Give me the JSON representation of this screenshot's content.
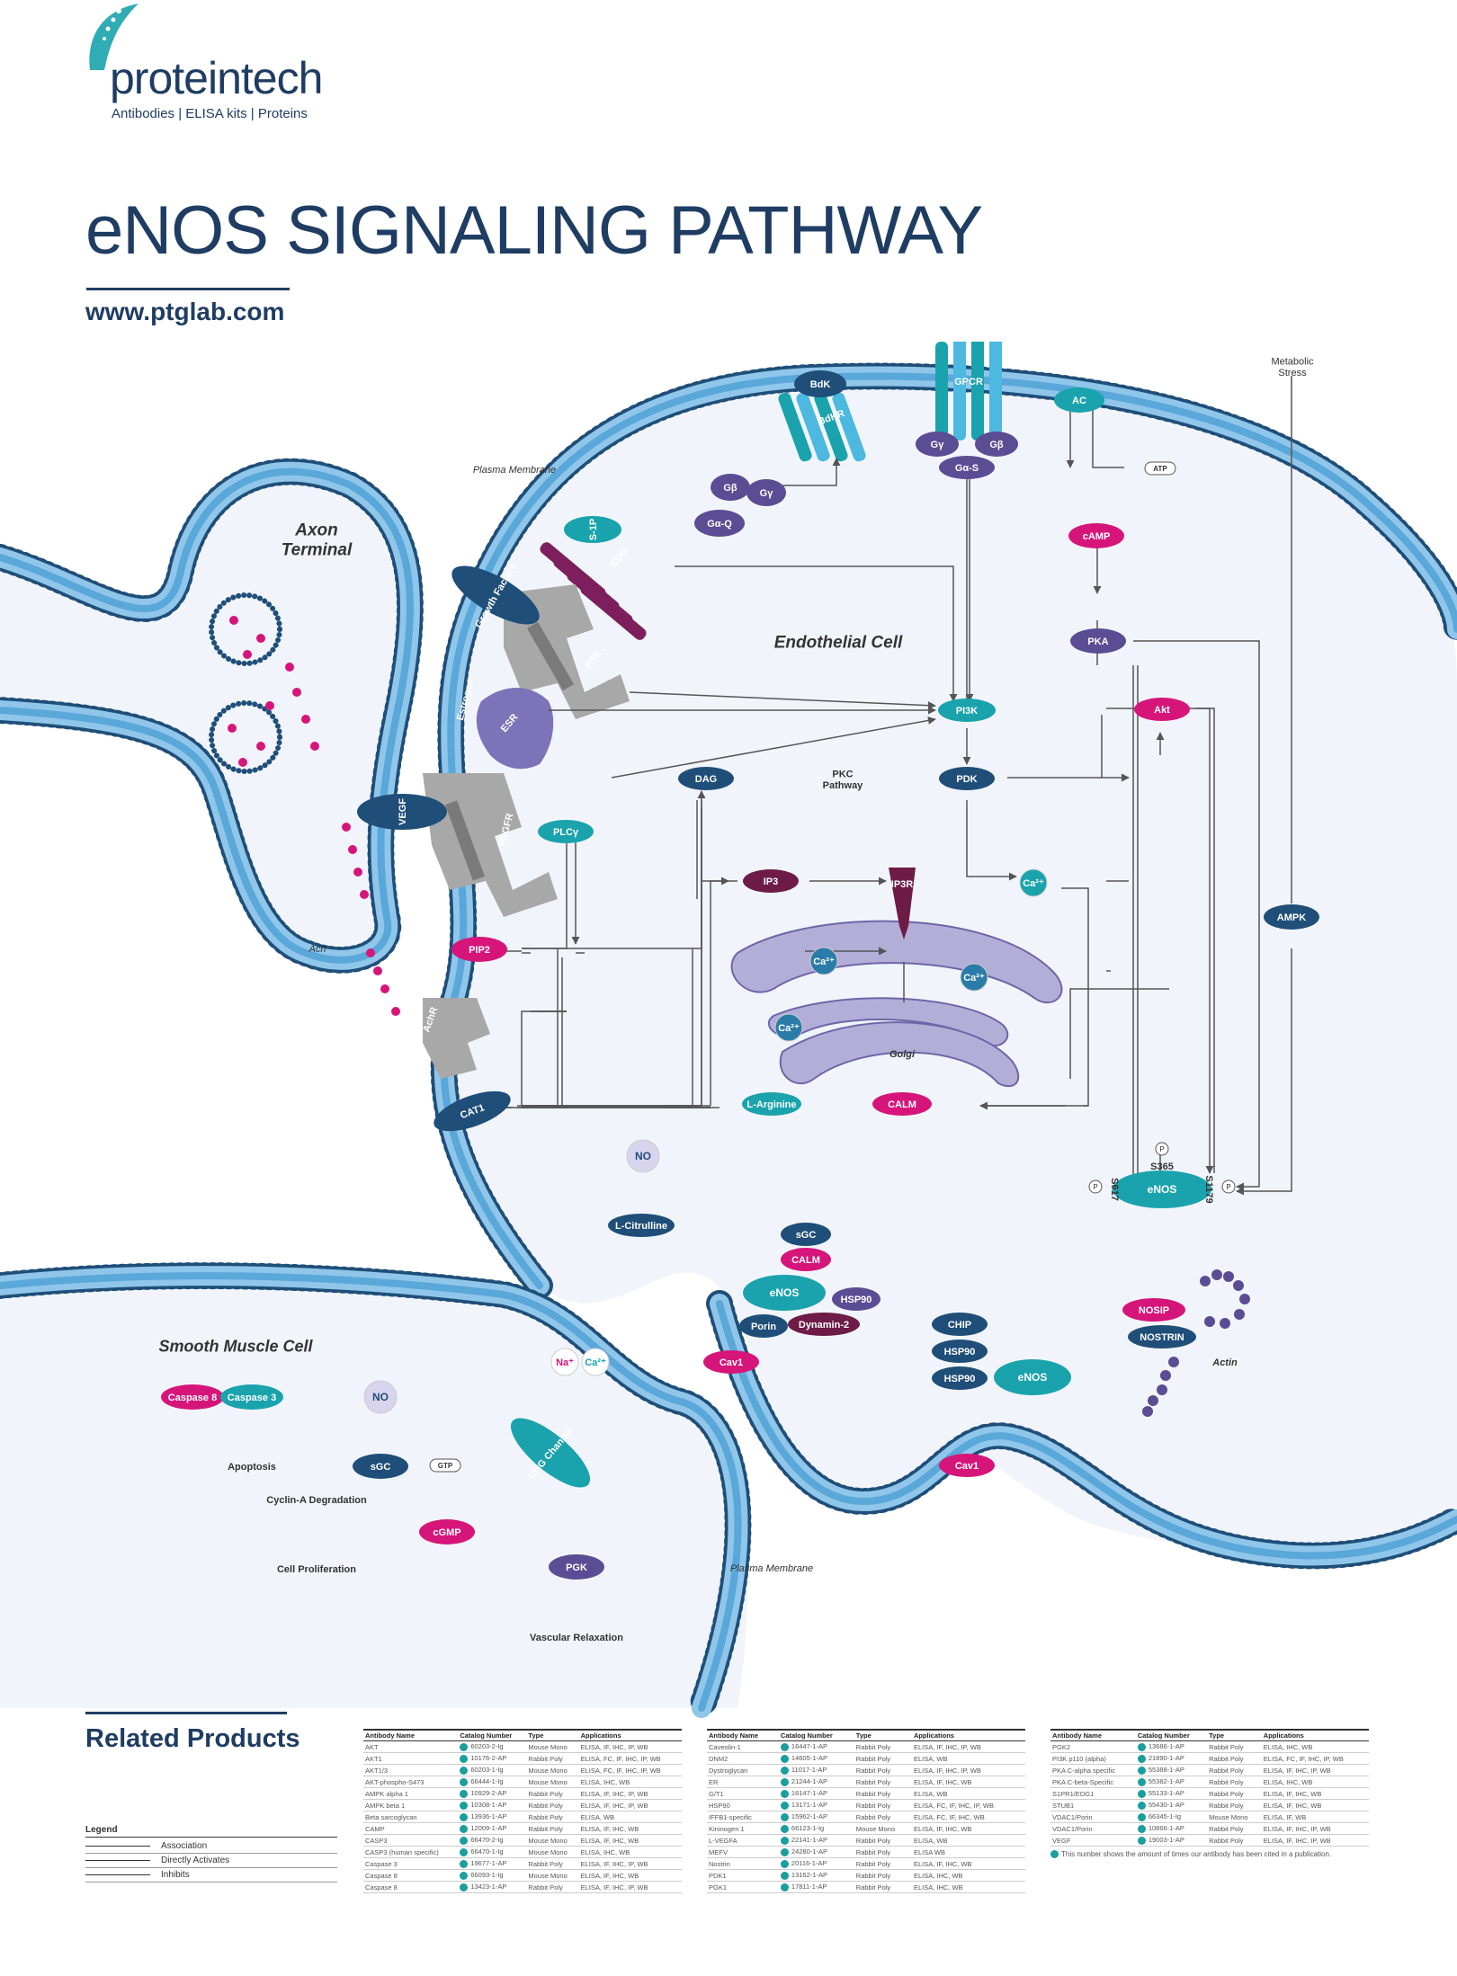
{
  "brand": {
    "name": "proteintech",
    "tagline": "Antibodies  |  ELISA kits  |  Proteins"
  },
  "title": "eNOS SIGNALING PATHWAY",
  "url": "www.ptglab.com",
  "colors": {
    "navy": "#1f4e79",
    "teal": "#1aa3ad",
    "magenta": "#d6157a",
    "purple": "#5b4d94",
    "maroon": "#6d1b47",
    "membrane": "#5aa7d9",
    "golgi": "#b3aed8",
    "gray": "#a8a8a8"
  },
  "diagram": {
    "regions": {
      "axon": "Axon\nTerminal",
      "endothelial": "Endothelial Cell",
      "smooth": "Smooth Muscle Cell",
      "plasma_membrane_1": "Plasma Membrane",
      "plasma_membrane_2": "Plasma Membrane",
      "golgi": "Golgi",
      "metabolic": "Metabolic\nStress",
      "ach": "Ach",
      "actin": "Actin"
    },
    "receptors": {
      "bdk": "BdK",
      "bdkr": "BdKR",
      "gpcr": "GPCR",
      "s1p": "S-1P",
      "edg": "EDG",
      "growth": "Growth Factors",
      "rtk": "RTK",
      "estrogen": "Estrogen",
      "esr": "ESR",
      "vegf": "VEGF",
      "vegfr": "VEGFR",
      "achr": "AchR",
      "cat1": "CAT1",
      "cng": "CNG Channel"
    },
    "nodes": {
      "ac": "AC",
      "gy1": "Gγ",
      "gb1": "Gβ",
      "gas": "Gα-S",
      "atp": "ATP",
      "gb2": "Gβ",
      "gy2": "Gγ",
      "gaq": "Gα-Q",
      "camp": "cAMP",
      "pka": "PKA",
      "pi3k": "PI3K",
      "akt": "Akt",
      "dag": "DAG",
      "pkc": "PKC\nPathway",
      "pdk": "PDK",
      "plcy": "PLCγ",
      "ip3": "IP3",
      "ip3r": "IP3R",
      "ca_cyt": "Ca²⁺",
      "ca_g1": "Ca²⁺",
      "ca_g2": "Ca²⁺",
      "ca_g3": "Ca²⁺",
      "pip2": "PIP2",
      "ampk": "AMPK",
      "larg": "L-Arginine",
      "calm1": "CALM",
      "no1": "NO",
      "lcit": "L-Citrulline",
      "sgc1": "sGC",
      "calm2": "CALM",
      "enos1": "eNOS",
      "hsp90a": "HSP90",
      "porin": "Porin",
      "dyn2": "Dynamin-2",
      "enos_main": "eNOS",
      "p_s365": "S365",
      "p_s617": "S617",
      "p_s1179": "S1179",
      "p": "P",
      "cav1a": "Cav1",
      "cav1b": "Cav1",
      "chip": "CHIP",
      "hsp90b": "HSP90",
      "hsp90c": "HSP90",
      "enos2": "eNOS",
      "nosip": "NOSIP",
      "nostrin": "NOSTRIN",
      "na": "Na⁺",
      "ca_ch": "Ca²⁺",
      "casp8": "Caspase 8",
      "casp3": "Caspase 3",
      "no2": "NO",
      "sgc2": "sGC",
      "gtp": "GTP",
      "cgmp": "cGMP",
      "pgk": "PGK",
      "apoptosis": "Apoptosis",
      "cyclin": "Cyclin-A Degradation",
      "prolif": "Cell Proliferation",
      "vascular": "Vascular Relaxation"
    }
  },
  "related": {
    "title": "Related Products",
    "headers": [
      "Antibody Name",
      "Catalog Number",
      "Type",
      "Applications"
    ],
    "tables": [
      [
        [
          "AKT",
          "",
          "60203-2-Ig",
          "Mouse Mono",
          "ELISA, IF, IHC, IP, WB"
        ],
        [
          "AKT1",
          "",
          "10176-2-AP",
          "Rabbit Poly",
          "ELISA, FC, IF, IHC, IP, WB"
        ],
        [
          "AKT1/3",
          "",
          "60203-1-Ig",
          "Mouse Mono",
          "ELISA, FC, IF, IHC, IP, WB"
        ],
        [
          "AKT-phospho-S473",
          "",
          "66444-1-Ig",
          "Mouse Mono",
          "ELISA, IHC, WB"
        ],
        [
          "AMPK alpha 1",
          "",
          "10929-2-AP",
          "Rabbit Poly",
          "ELISA, IF, IHC, IP, WB"
        ],
        [
          "AMPK beta 1",
          "",
          "10308-1-AP",
          "Rabbit Poly",
          "ELISA, IF, IHC, IP, WB"
        ],
        [
          "Beta sarcoglycan",
          "",
          "13936-1-AP",
          "Rabbit Poly",
          "ELISA, WB"
        ],
        [
          "CAMP",
          "",
          "12009-1-AP",
          "Rabbit Poly",
          "ELISA, IF, IHC, WB"
        ],
        [
          "CASP3",
          "",
          "66470-2-Ig",
          "Mouse Mono",
          "ELISA, IF, IHC, WB"
        ],
        [
          "CASP3 (human specific)",
          "",
          "66470-1-Ig",
          "Mouse Mono",
          "ELISA, IHC, WB"
        ],
        [
          "Caspase 3",
          "",
          "19677-1-AP",
          "Rabbit Poly",
          "ELISA, IF, IHC, IP, WB"
        ],
        [
          "Caspase 8",
          "",
          "66093-1-Ig",
          "Mouse Mono",
          "ELISA, IF, IHC, WB"
        ],
        [
          "Caspase 8",
          "",
          "13423-1-AP",
          "Rabbit Poly",
          "ELISA, IF, IHC, IP, WB"
        ]
      ],
      [
        [
          "Caveolin-1",
          "",
          "16447-1-AP",
          "Rabbit Poly",
          "ELISA, IF, IHC, IP, WB"
        ],
        [
          "DNM2",
          "",
          "14605-1-AP",
          "Rabbit Poly",
          "ELISA, WB"
        ],
        [
          "Dystroglycan",
          "",
          "11017-1-AP",
          "Rabbit Poly",
          "ELISA, IF, IHC, IP, WB"
        ],
        [
          "ER",
          "",
          "21244-1-AP",
          "Rabbit Poly",
          "ELISA, IF, IHC, WB"
        ],
        [
          "G/T1",
          "",
          "16147-1-AP",
          "Rabbit Poly",
          "ELISA, WB"
        ],
        [
          "HSP90",
          "",
          "13171-1-AP",
          "Rabbit Poly",
          "ELISA, FC, IF, IHC, IP, WB"
        ],
        [
          "IFFB1-specific",
          "",
          "15962-1-AP",
          "Rabbit Poly",
          "ELISA, FC, IF, IHC, WB"
        ],
        [
          "Kininogen 1",
          "",
          "66123-1-Ig",
          "Mouse Mono",
          "ELISA, IF, IHC, WB"
        ],
        [
          "L-VEGFA",
          "",
          "22141-1-AP",
          "Rabbit Poly",
          "ELISA, WB"
        ],
        [
          "MEFV",
          "",
          "24280-1-AP",
          "Rabbit Poly",
          "ELISA WB"
        ],
        [
          "Nostrin",
          "",
          "20116-1-AP",
          "Rabbit Poly",
          "ELISA, IF, IHC, WB"
        ],
        [
          "PDK1",
          "",
          "13162-1-AP",
          "Rabbit Poly",
          "ELISA, IHC, WB"
        ],
        [
          "PGK1",
          "",
          "17811-1-AP",
          "Rabbit Poly",
          "ELISA, IHC, WB"
        ]
      ],
      [
        [
          "PGK2",
          "",
          "13686-1-AP",
          "Rabbit Poly",
          "ELISA, IHC, WB"
        ],
        [
          "PI3K p110 (alpha)",
          "",
          "21890-1-AP",
          "Rabbit Poly",
          "ELISA, FC, IF, IHC, IP, WB"
        ],
        [
          "PKA C-alpha specific",
          "",
          "55388-1-AP",
          "Rabbit Poly",
          "ELISA, IF, IHC, IP, WB"
        ],
        [
          "PKA C-beta-Specific",
          "",
          "55382-1-AP",
          "Rabbit Poly",
          "ELISA, IHC, WB"
        ],
        [
          "S1PR1/EDG1",
          "",
          "55133-1-AP",
          "Rabbit Poly",
          "ELISA, IF, IHC, WB"
        ],
        [
          "STUB1",
          "",
          "55430-1-AP",
          "Rabbit Poly",
          "ELISA, IF, IHC, WB"
        ],
        [
          "VDAC1/Porin",
          "",
          "66345-1-Ig",
          "Mouse Mono",
          "ELISA, IF, WB"
        ],
        [
          "VDAC1/Porin",
          "",
          "10866-1-AP",
          "Rabbit Poly",
          "ELISA, IF, IHC, IP, WB"
        ],
        [
          "VEGF",
          "",
          "19003-1-AP",
          "Rabbit Poly",
          "ELISA, IF, IHC, IP, WB"
        ]
      ]
    ],
    "note": "This number shows the amount of times our antibody has been cited in a publication."
  },
  "legend": {
    "title": "Legend",
    "items": [
      "Association",
      "Directly Activates",
      "Inhibits"
    ]
  }
}
